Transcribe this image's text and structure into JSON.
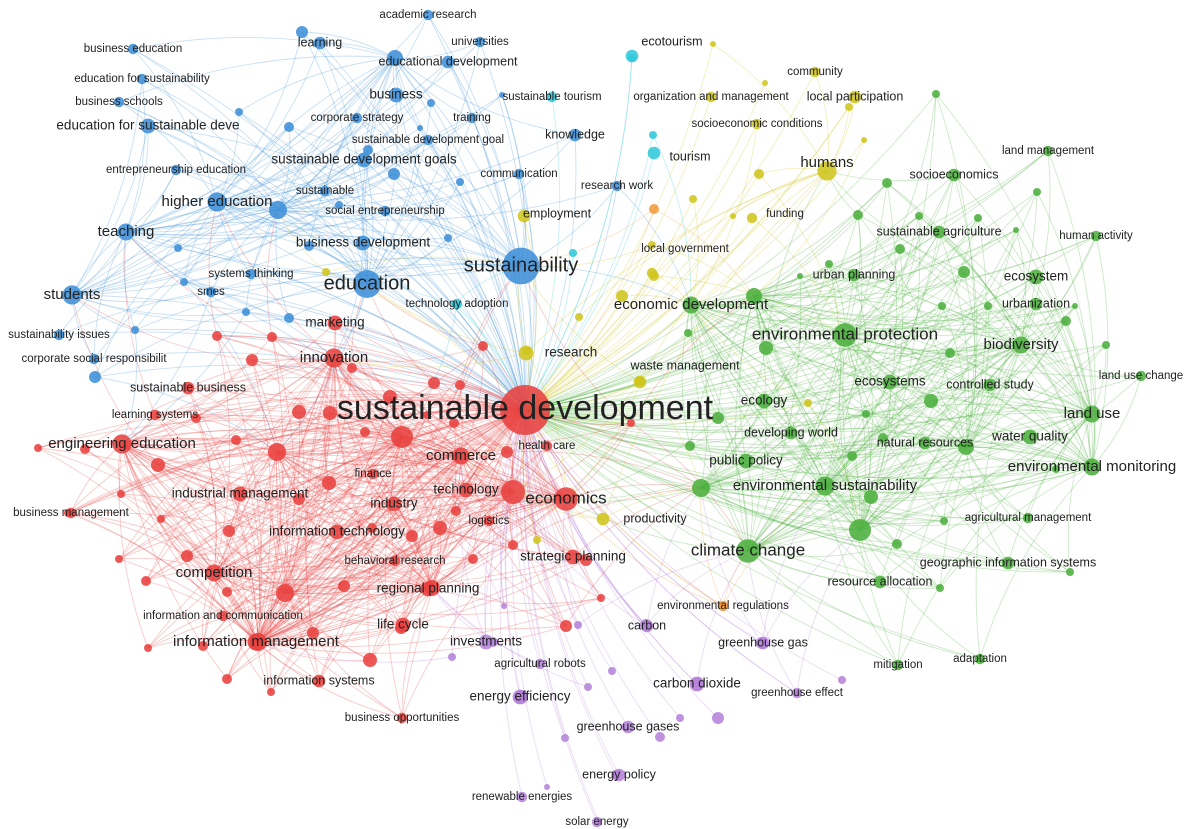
{
  "map": {
    "colors": {
      "red": "#e8413f",
      "green": "#4caf3d",
      "blue": "#3d8fd8",
      "yellow": "#cfc51e",
      "purple": "#b583db",
      "cyan": "#30c8d9",
      "orange": "#f39a3c"
    },
    "terms": [
      {
        "label": "sustainable development",
        "cluster": "red",
        "weight": 10
      },
      {
        "label": "sustainability",
        "cluster": "blue",
        "weight": 7
      },
      {
        "label": "education",
        "cluster": "blue",
        "weight": 5
      },
      {
        "label": "students",
        "cluster": "blue",
        "weight": 3
      },
      {
        "label": "higher education",
        "cluster": "blue",
        "weight": 3
      },
      {
        "label": "teaching",
        "cluster": "blue",
        "weight": 2.5
      },
      {
        "label": "learning",
        "cluster": "blue",
        "weight": 1.5
      },
      {
        "label": "academic research",
        "cluster": "blue",
        "weight": 1
      },
      {
        "label": "universities",
        "cluster": "blue",
        "weight": 1
      },
      {
        "label": "educational development",
        "cluster": "blue",
        "weight": 1.5
      },
      {
        "label": "business education",
        "cluster": "blue",
        "weight": 1
      },
      {
        "label": "education for sustainability",
        "cluster": "blue",
        "weight": 1
      },
      {
        "label": "business schools",
        "cluster": "blue",
        "weight": 1
      },
      {
        "label": "education for sustainable deve",
        "cluster": "blue",
        "weight": 2
      },
      {
        "label": "business",
        "cluster": "blue",
        "weight": 2
      },
      {
        "label": "corporate strategy",
        "cluster": "blue",
        "weight": 1
      },
      {
        "label": "training",
        "cluster": "blue",
        "weight": 1
      },
      {
        "label": "sustainable development goal",
        "cluster": "blue",
        "weight": 1
      },
      {
        "label": "sustainable development goals",
        "cluster": "blue",
        "weight": 2
      },
      {
        "label": "entrepreneurship education",
        "cluster": "blue",
        "weight": 1
      },
      {
        "label": "sustainable",
        "cluster": "blue",
        "weight": 1
      },
      {
        "label": "social entrepreneurship",
        "cluster": "blue",
        "weight": 1
      },
      {
        "label": "business development",
        "cluster": "blue",
        "weight": 2
      },
      {
        "label": "communication",
        "cluster": "blue",
        "weight": 1
      },
      {
        "label": "systems thinking",
        "cluster": "blue",
        "weight": 1
      },
      {
        "label": "smes",
        "cluster": "blue",
        "weight": 1
      },
      {
        "label": "sustainability issues",
        "cluster": "blue",
        "weight": 1
      },
      {
        "label": "corporate social responsibilit",
        "cluster": "blue",
        "weight": 1
      },
      {
        "label": "knowledge",
        "cluster": "blue",
        "weight": 1.5
      },
      {
        "label": "research work",
        "cluster": "blue",
        "weight": 1
      },
      {
        "label": "sustainable tourism",
        "cluster": "cyan",
        "weight": 1
      },
      {
        "label": "ecotourism",
        "cluster": "cyan",
        "weight": 1.5
      },
      {
        "label": "tourism",
        "cluster": "cyan",
        "weight": 1.5
      },
      {
        "label": "technology adoption",
        "cluster": "cyan",
        "weight": 1
      },
      {
        "label": "community",
        "cluster": "yellow",
        "weight": 1
      },
      {
        "label": "organization and management",
        "cluster": "yellow",
        "weight": 1
      },
      {
        "label": "local participation",
        "cluster": "yellow",
        "weight": 1.5
      },
      {
        "label": "socioeconomic conditions",
        "cluster": "yellow",
        "weight": 1
      },
      {
        "label": "humans",
        "cluster": "yellow",
        "weight": 3
      },
      {
        "label": "employment",
        "cluster": "yellow",
        "weight": 1.5
      },
      {
        "label": "funding",
        "cluster": "yellow",
        "weight": 1
      },
      {
        "label": "local government",
        "cluster": "yellow",
        "weight": 1
      },
      {
        "label": "research",
        "cluster": "yellow",
        "weight": 2
      },
      {
        "label": "waste management",
        "cluster": "yellow",
        "weight": 1.5
      },
      {
        "label": "productivity",
        "cluster": "yellow",
        "weight": 1.5
      },
      {
        "label": "land management",
        "cluster": "green",
        "weight": 1
      },
      {
        "label": "socioeconomics",
        "cluster": "green",
        "weight": 1.5
      },
      {
        "label": "human activity",
        "cluster": "green",
        "weight": 1
      },
      {
        "label": "sustainable agriculture",
        "cluster": "green",
        "weight": 1.5
      },
      {
        "label": "urban planning",
        "cluster": "green",
        "weight": 1.5
      },
      {
        "label": "ecosystem",
        "cluster": "green",
        "weight": 2
      },
      {
        "label": "urbanization",
        "cluster": "green",
        "weight": 1.5
      },
      {
        "label": "economic development",
        "cluster": "green",
        "weight": 2.5
      },
      {
        "label": "environmental protection",
        "cluster": "green",
        "weight": 4
      },
      {
        "label": "biodiversity",
        "cluster": "green",
        "weight": 2.5
      },
      {
        "label": "ecosystems",
        "cluster": "green",
        "weight": 2
      },
      {
        "label": "controlled study",
        "cluster": "green",
        "weight": 1.5
      },
      {
        "label": "land use change",
        "cluster": "green",
        "weight": 1
      },
      {
        "label": "ecology",
        "cluster": "green",
        "weight": 2
      },
      {
        "label": "land use",
        "cluster": "green",
        "weight": 2.5
      },
      {
        "label": "developing world",
        "cluster": "green",
        "weight": 1.5
      },
      {
        "label": "natural resources",
        "cluster": "green",
        "weight": 1.5
      },
      {
        "label": "water quality",
        "cluster": "green",
        "weight": 2
      },
      {
        "label": "public policy",
        "cluster": "green",
        "weight": 2
      },
      {
        "label": "environmental monitoring",
        "cluster": "green",
        "weight": 2.5
      },
      {
        "label": "environmental sustainability",
        "cluster": "green",
        "weight": 3
      },
      {
        "label": "agricultural management",
        "cluster": "green",
        "weight": 1
      },
      {
        "label": "climate change",
        "cluster": "green",
        "weight": 4
      },
      {
        "label": "geographic information systems",
        "cluster": "green",
        "weight": 1.5
      },
      {
        "label": "resource allocation",
        "cluster": "green",
        "weight": 1.5
      },
      {
        "label": "mitigation",
        "cluster": "green",
        "weight": 1
      },
      {
        "label": "adaptation",
        "cluster": "green",
        "weight": 1
      },
      {
        "label": "innovation",
        "cluster": "red",
        "weight": 3
      },
      {
        "label": "marketing",
        "cluster": "red",
        "weight": 2
      },
      {
        "label": "sustainable business",
        "cluster": "red",
        "weight": 1.5
      },
      {
        "label": "learning systems",
        "cluster": "red",
        "weight": 1
      },
      {
        "label": "engineering education",
        "cluster": "red",
        "weight": 3
      },
      {
        "label": "business management",
        "cluster": "red",
        "weight": 1
      },
      {
        "label": "industrial management",
        "cluster": "red",
        "weight": 2
      },
      {
        "label": "finance",
        "cluster": "red",
        "weight": 1
      },
      {
        "label": "commerce",
        "cluster": "red",
        "weight": 2.5
      },
      {
        "label": "health care",
        "cluster": "red",
        "weight": 1
      },
      {
        "label": "technology",
        "cluster": "red",
        "weight": 2
      },
      {
        "label": "industry",
        "cluster": "red",
        "weight": 2
      },
      {
        "label": "economics",
        "cluster": "red",
        "weight": 4
      },
      {
        "label": "logistics",
        "cluster": "red",
        "weight": 1
      },
      {
        "label": "information technology",
        "cluster": "red",
        "weight": 2
      },
      {
        "label": "behavioral research",
        "cluster": "red",
        "weight": 1
      },
      {
        "label": "strategic planning",
        "cluster": "red",
        "weight": 2
      },
      {
        "label": "competition",
        "cluster": "red",
        "weight": 2.5
      },
      {
        "label": "regional planning",
        "cluster": "red",
        "weight": 2
      },
      {
        "label": "information and communication",
        "cluster": "red",
        "weight": 1
      },
      {
        "label": "life cycle",
        "cluster": "red",
        "weight": 2
      },
      {
        "label": "information management",
        "cluster": "red",
        "weight": 2.5
      },
      {
        "label": "information systems",
        "cluster": "red",
        "weight": 1.5
      },
      {
        "label": "business opportunities",
        "cluster": "red",
        "weight": 1
      },
      {
        "label": "investments",
        "cluster": "purple",
        "weight": 2
      },
      {
        "label": "agricultural robots",
        "cluster": "purple",
        "weight": 1
      },
      {
        "label": "energy efficiency",
        "cluster": "purple",
        "weight": 2
      },
      {
        "label": "environmental regulations",
        "cluster": "orange",
        "weight": 1
      },
      {
        "label": "carbon",
        "cluster": "purple",
        "weight": 1.5
      },
      {
        "label": "greenhouse gas",
        "cluster": "purple",
        "weight": 1.5
      },
      {
        "label": "carbon dioxide",
        "cluster": "purple",
        "weight": 2
      },
      {
        "label": "greenhouse effect",
        "cluster": "purple",
        "weight": 1
      },
      {
        "label": "greenhouse gases",
        "cluster": "purple",
        "weight": 1.5
      },
      {
        "label": "energy policy",
        "cluster": "purple",
        "weight": 1.5
      },
      {
        "label": "renewable energies",
        "cluster": "purple",
        "weight": 1
      },
      {
        "label": "solar energy",
        "cluster": "purple",
        "weight": 1
      }
    ]
  }
}
